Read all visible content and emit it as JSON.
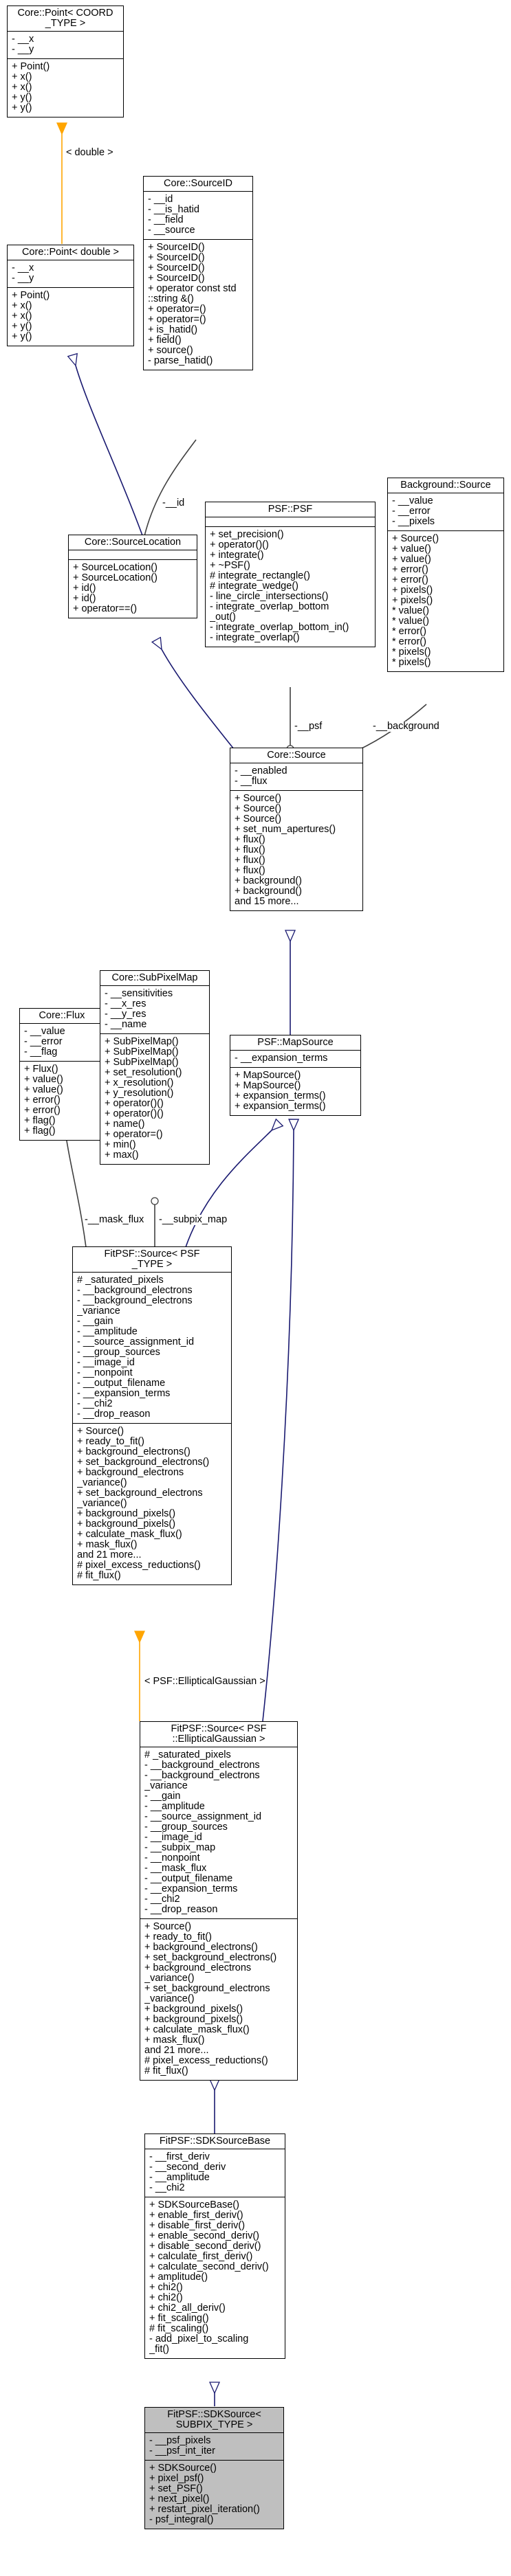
{
  "diagram": {
    "classes": [
      {
        "id": "point-coord",
        "title": "Core::Point< COORD\n_TYPE >",
        "attributes": [
          "- __x",
          "- __y"
        ],
        "methods": [
          "+ Point()",
          "+ x()",
          "+ x()",
          "+ y()",
          "+ y()"
        ]
      },
      {
        "id": "point-double",
        "title": "Core::Point< double >",
        "attributes": [
          "- __x",
          "- __y"
        ],
        "methods": [
          "+ Point()",
          "+ x()",
          "+ x()",
          "+ y()",
          "+ y()"
        ]
      },
      {
        "id": "source-id",
        "title": "Core::SourceID",
        "attributes": [
          "- __id",
          "- __is_hatid",
          "- __field",
          "- __source"
        ],
        "methods": [
          "+ SourceID()",
          "+ SourceID()",
          "+ SourceID()",
          "+ SourceID()",
          "+ operator const std",
          "::string &()",
          "+ operator=()",
          "+ operator=()",
          "+ is_hatid()",
          "+ field()",
          "+ source()",
          "- parse_hatid()"
        ]
      },
      {
        "id": "source-location",
        "title": "Core::SourceLocation",
        "attributes": [],
        "methods": [
          "+ SourceLocation()",
          "+ SourceLocation()",
          "+ id()",
          "+ id()",
          "+ operator==()"
        ]
      },
      {
        "id": "psf-psf",
        "title": "PSF::PSF",
        "attributes": [],
        "methods": [
          "+ set_precision()",
          "+ operator()()",
          "+ integrate()",
          "+ ~PSF()",
          "# integrate_rectangle()",
          "# integrate_wedge()",
          "- line_circle_intersections()",
          "- integrate_overlap_bottom",
          "_out()",
          "- integrate_overlap_bottom_in()",
          "- integrate_overlap()"
        ]
      },
      {
        "id": "background-source",
        "title": "Background::Source",
        "attributes": [
          "- __value",
          "- __error",
          "- __pixels"
        ],
        "methods": [
          "+ Source()",
          "+ value()",
          "+ value()",
          "+ error()",
          "+ error()",
          "+ pixels()",
          "+ pixels()",
          "* value()",
          "* value()",
          "* error()",
          "* error()",
          "* pixels()",
          "* pixels()"
        ]
      },
      {
        "id": "core-source",
        "title": "Core::Source",
        "attributes": [
          "- __enabled",
          "- __flux"
        ],
        "methods": [
          "+ Source()",
          "+ Source()",
          "+ Source()",
          "+ set_num_apertures()",
          "+ flux()",
          "+ flux()",
          "+ flux()",
          "+ flux()",
          "+ background()",
          "+ background()",
          "and 15 more..."
        ]
      },
      {
        "id": "core-flux",
        "title": "Core::Flux",
        "attributes": [
          "- __value",
          "- __error",
          "- __flag"
        ],
        "methods": [
          "+ Flux()",
          "+ value()",
          "+ value()",
          "+ error()",
          "+ error()",
          "+ flag()",
          "+ flag()"
        ]
      },
      {
        "id": "subpixel-map",
        "title": "Core::SubPixelMap",
        "attributes": [
          "- __sensitivities",
          "- __x_res",
          "- __y_res",
          "- __name"
        ],
        "methods": [
          "+ SubPixelMap()",
          "+ SubPixelMap()",
          "+ SubPixelMap()",
          "+ set_resolution()",
          "+ x_resolution()",
          "+ y_resolution()",
          "+ operator()()",
          "+ operator()()",
          "+ name()",
          "+ operator=()",
          "+ min()",
          "+ max()"
        ]
      },
      {
        "id": "psf-mapsource",
        "title": "PSF::MapSource",
        "attributes": [
          "- __expansion_terms"
        ],
        "methods": [
          "+ MapSource()",
          "+ MapSource()",
          "+ expansion_terms()",
          "+ expansion_terms()"
        ]
      },
      {
        "id": "fitpsf-source-psf",
        "title": "FitPSF::Source< PSF\n_TYPE >",
        "attributes": [
          "# _saturated_pixels",
          "- __background_electrons",
          "- __background_electrons",
          "_variance",
          "- __gain",
          "- __amplitude",
          "- __source_assignment_id",
          "- __group_sources",
          "- __image_id",
          "- __nonpoint",
          "- __output_filename",
          "- __expansion_terms",
          "- __chi2",
          "- __drop_reason"
        ],
        "methods": [
          "+ Source()",
          "+ ready_to_fit()",
          "+ background_electrons()",
          "+ set_background_electrons()",
          "+ background_electrons",
          "_variance()",
          "+ set_background_electrons",
          "_variance()",
          "+ background_pixels()",
          "+ background_pixels()",
          "+ calculate_mask_flux()",
          "+ mask_flux()",
          "and 21 more...",
          "# pixel_excess_reductions()",
          "# fit_flux()"
        ]
      },
      {
        "id": "fitpsf-source-elliptical",
        "title": "FitPSF::Source< PSF\n::EllipticalGaussian >",
        "attributes": [
          "# _saturated_pixels",
          "- __background_electrons",
          "- __background_electrons",
          "_variance",
          "- __gain",
          "- __amplitude",
          "- __source_assignment_id",
          "- __group_sources",
          "- __image_id",
          "- __subpix_map",
          "- __nonpoint",
          "- __mask_flux",
          "- __output_filename",
          "- __expansion_terms",
          "- __chi2",
          "- __drop_reason"
        ],
        "methods": [
          "+ Source()",
          "+ ready_to_fit()",
          "+ background_electrons()",
          "+ set_background_electrons()",
          "+ background_electrons",
          "_variance()",
          "+ set_background_electrons",
          "_variance()",
          "+ background_pixels()",
          "+ background_pixels()",
          "+ calculate_mask_flux()",
          "+ mask_flux()",
          "and 21 more...",
          "# pixel_excess_reductions()",
          "# fit_flux()"
        ]
      },
      {
        "id": "sdk-source-base",
        "title": "FitPSF::SDKSourceBase",
        "attributes": [
          "- __first_deriv",
          "- __second_deriv",
          "- __amplitude",
          "- __chi2"
        ],
        "methods": [
          "+ SDKSourceBase()",
          "+ enable_first_deriv()",
          "+ disable_first_deriv()",
          "+ enable_second_deriv()",
          "+ disable_second_deriv()",
          "+ calculate_first_deriv()",
          "+ calculate_second_deriv()",
          "+ amplitude()",
          "+ chi2()",
          "+ chi2()",
          "+ chi2_all_deriv()",
          "+ fit_scaling()",
          "# fit_scaling()",
          "- add_pixel_to_scaling",
          "_fit()"
        ]
      },
      {
        "id": "sdk-source",
        "title": "FitPSF::SDKSource<\nSUBPIX_TYPE >",
        "attributes": [
          "- __psf_pixels",
          "- __psf_int_iter"
        ],
        "methods": [
          "+ SDKSource()",
          "+ pixel_psf()",
          "+ set_PSF()",
          "+ next_pixel()",
          "+ restart_pixel_iteration()",
          "- psf_integral()"
        ]
      }
    ],
    "edge_labels": {
      "double": "< double >",
      "id": "-__id",
      "psf": "-__psf",
      "background": "-__background",
      "mask_flux": "-__mask_flux",
      "subpix_map": "-__subpix_map",
      "elliptical": "< PSF::EllipticalGaussian >"
    },
    "colors": {
      "inheritance": "#191970",
      "template": "#ffa500",
      "usage": "#404040",
      "highlight": "#bfbfbf"
    }
  }
}
